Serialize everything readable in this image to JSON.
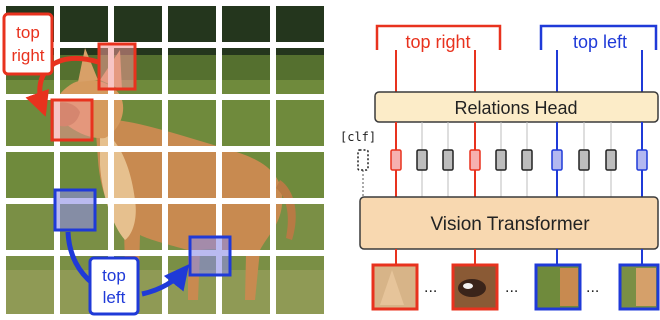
{
  "colors": {
    "red": "#e8321e",
    "blue": "#1f3ad8",
    "head_fill": "#fcecc8",
    "head_stroke": "#3a3a3a",
    "vit_fill": "#f8d8b0",
    "token_red_fill": "#f6b0b0",
    "token_gray_fill": "#bdbdbd",
    "token_blue_fill": "#b3b8f0"
  },
  "photo": {
    "callout_top_right": {
      "line1": "top",
      "line2": "right"
    },
    "callout_top_left": {
      "line1": "top",
      "line2": "left"
    }
  },
  "diagram": {
    "output_top_right": "top right",
    "output_top_left": "top left",
    "relations_head": "Relations Head",
    "clf_token": "[clf]",
    "vision_transformer": "Vision Transformer",
    "ellipsis": "...",
    "tokens": [
      "clf",
      "red",
      "gray",
      "gray",
      "red",
      "gray",
      "gray",
      "blue",
      "gray",
      "gray",
      "blue"
    ]
  }
}
